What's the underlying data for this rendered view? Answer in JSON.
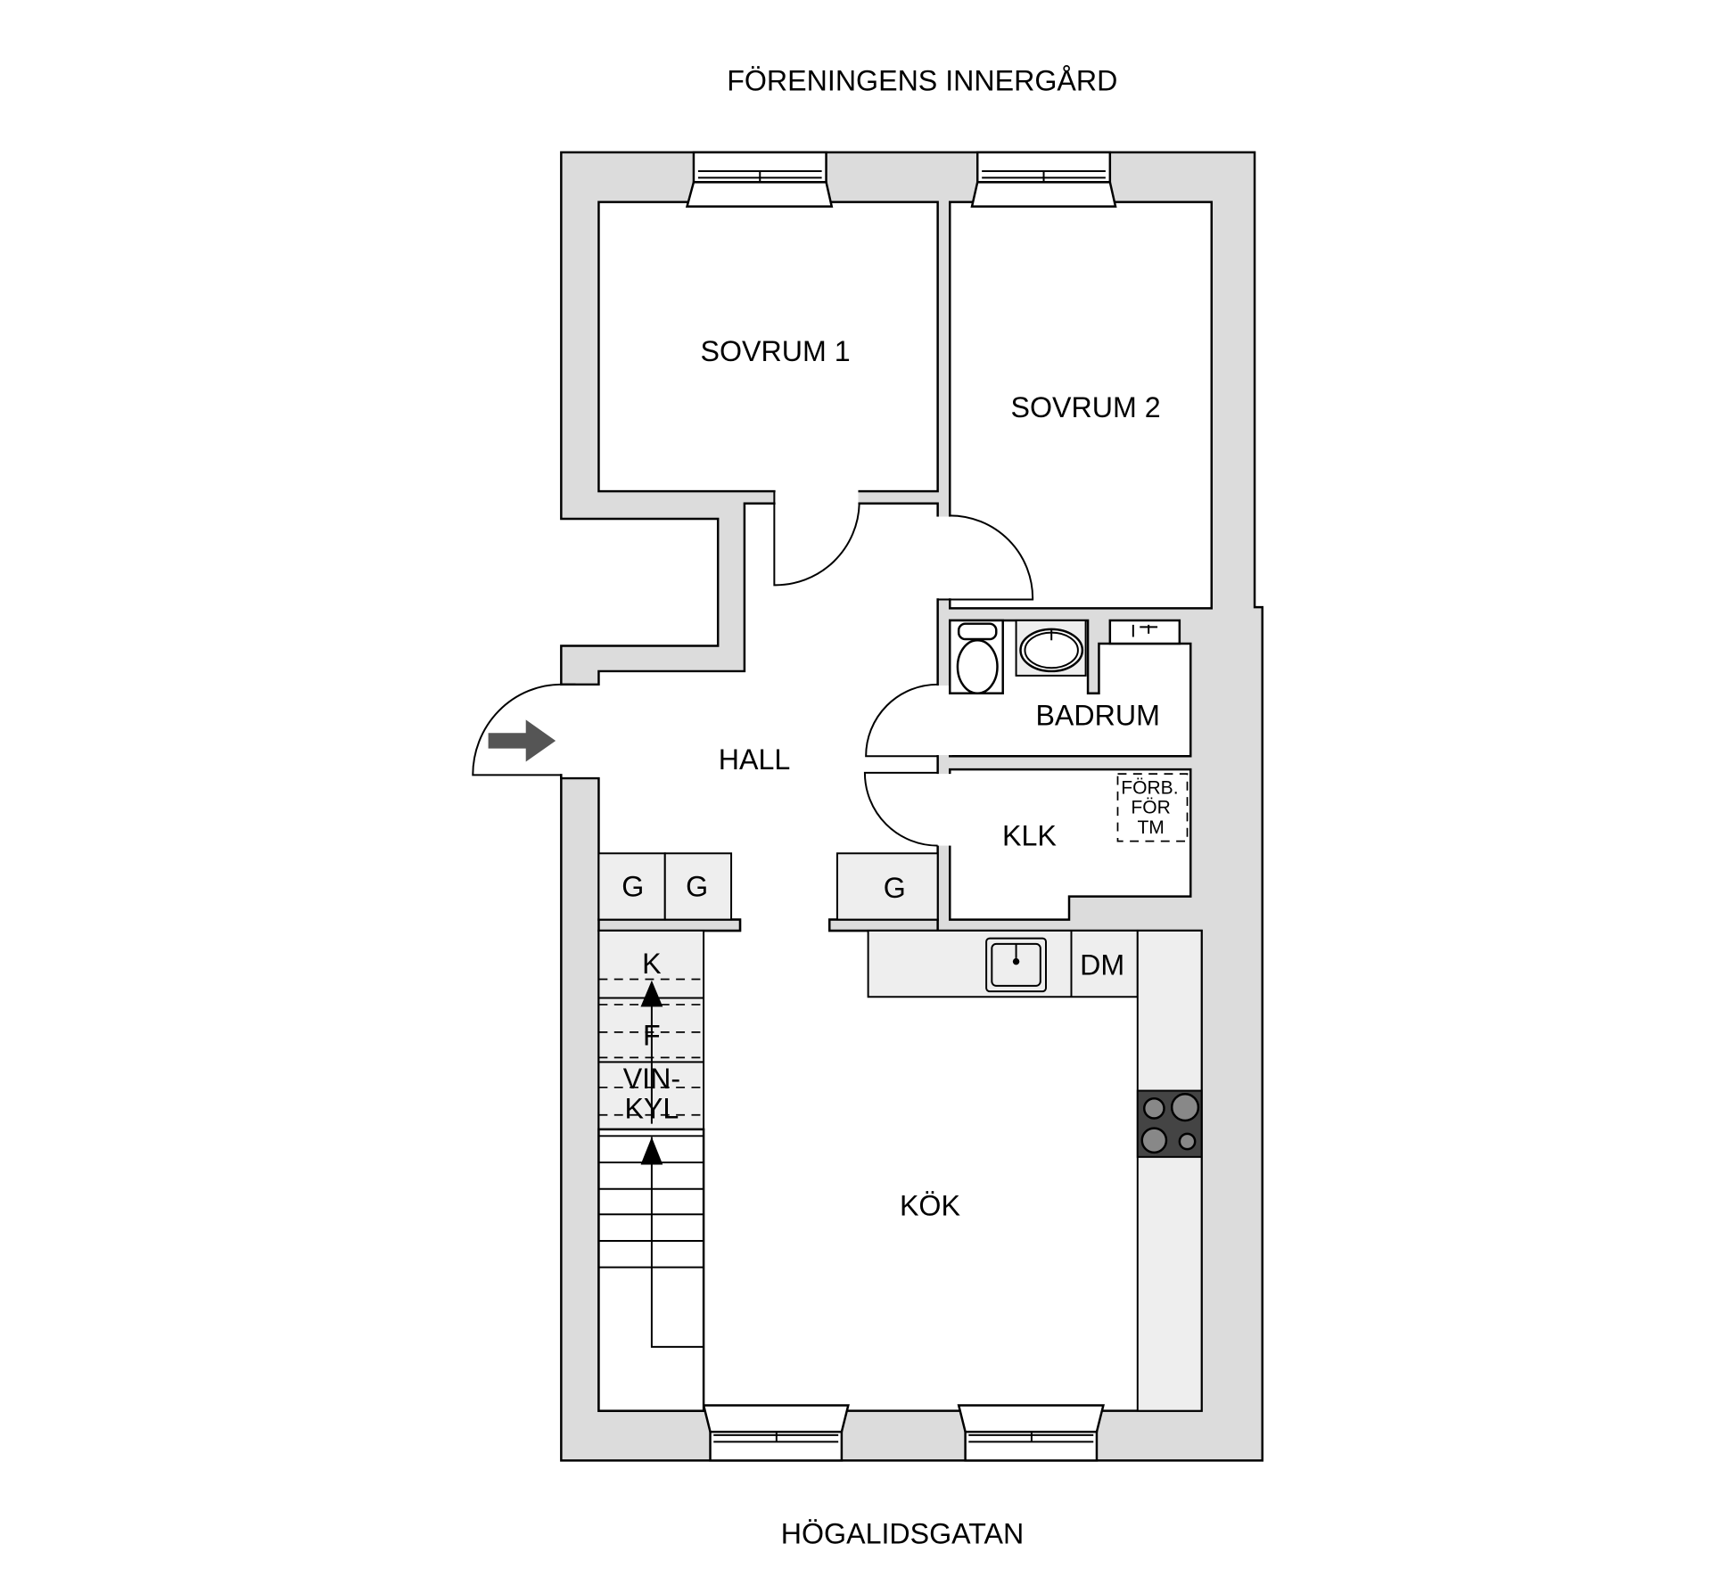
{
  "labels": {
    "top_street": "FÖRENINGENS INNERGÅRD",
    "bottom_street": "HÖGALIDSGATAN",
    "sovrum1": "SOVRUM 1",
    "sovrum2": "SOVRUM 2",
    "hall": "HALL",
    "badrum": "BADRUM",
    "klk": "KLK",
    "forb_line1": "FÖRB.",
    "forb_line2": "FÖR",
    "forb_line3": "TM",
    "kok": "KÖK",
    "dm": "DM",
    "g1": "G",
    "g2": "G",
    "g3": "G",
    "k": "K",
    "f": "F",
    "vin": "VIN-",
    "kyl": "KYL"
  },
  "colors": {
    "wall": "#dcdcdc",
    "cabinet": "#eeeeee",
    "stove": "#444444",
    "entrance_arrow": "#555555"
  },
  "icons": {
    "entrance": "arrow-right-icon",
    "stove": "stove-icon",
    "sink": "sink-icon",
    "toilet": "toilet-icon",
    "washbasin": "washbasin-icon"
  }
}
